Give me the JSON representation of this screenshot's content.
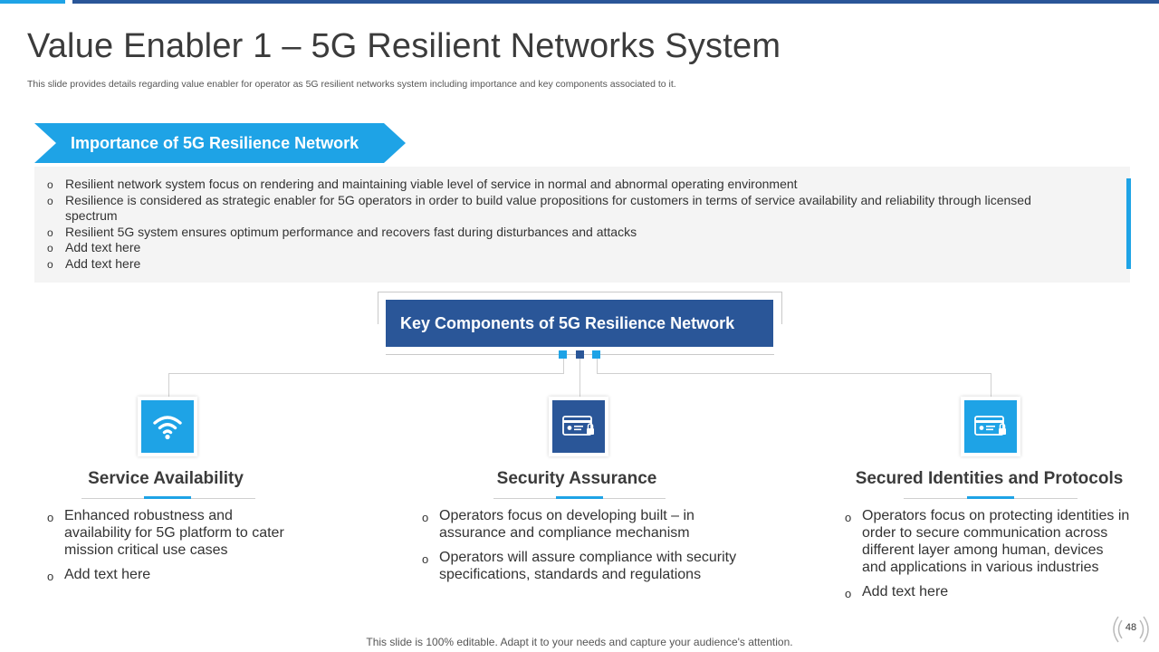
{
  "page": {
    "title": "Value Enabler 1 – 5G Resilient Networks System",
    "subtitle": "This slide provides details regarding value enabler for operator as 5G resilient networks system including importance and key components associated to it.",
    "footer": "This slide is 100% editable. Adapt it to your needs and capture your audience's attention.",
    "page_number": "48",
    "bullet_glyph": "o"
  },
  "importance": {
    "heading": "Importance of 5G Resilience Network",
    "items": [
      "Resilient network system focus on rendering and maintaining viable level of service in normal and abnormal operating environment",
      "Resilience is considered as strategic enabler for 5G operators in order to build value propositions for customers in terms of service availability  and reliability through licensed spectrum",
      "Resilient 5G system ensures optimum performance and recovers fast during disturbances and attacks",
      "Add text here",
      "Add text here"
    ]
  },
  "key_components": {
    "heading": "Key Components of 5G Resilience Network"
  },
  "columns": [
    {
      "title": "Service Availability",
      "icon": "wifi-icon",
      "items": [
        "Enhanced robustness and availability for 5G platform to cater mission critical use cases",
        "Add text here"
      ]
    },
    {
      "title": "Security Assurance",
      "icon": "id-card-lock-icon",
      "items": [
        "Operators focus on developing built – in assurance and compliance mechanism",
        "Operators will assure compliance with security specifications, standards and regulations"
      ]
    },
    {
      "title": "Secured Identities and Protocols",
      "icon": "id-card-lock-icon",
      "items": [
        "Operators focus on protecting identities in order to secure communication across different layer among human,  devices and applications in various industries",
        "Add text here"
      ]
    }
  ],
  "colors": {
    "accent_light": "#1ea3e6",
    "accent_dark": "#2a5698",
    "text": "#333333",
    "panel": "#f4f4f4"
  }
}
